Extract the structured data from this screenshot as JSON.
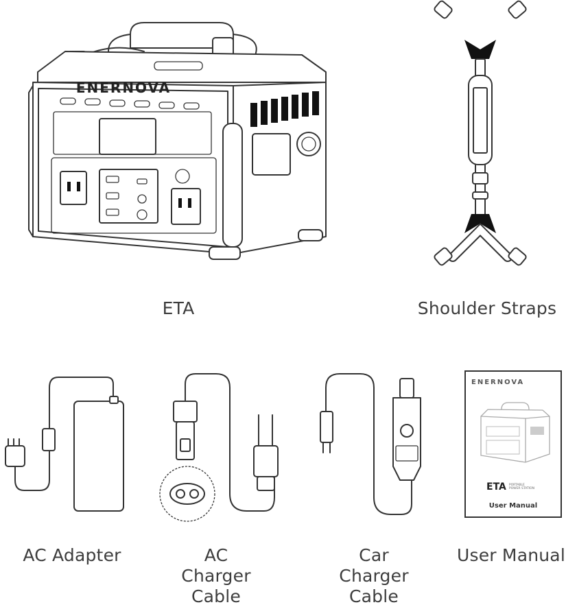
{
  "items": [
    {
      "label": "ETA"
    },
    {
      "label": "Shoulder Straps"
    },
    {
      "label": "AC Adapter"
    },
    {
      "label": "AC Charger Cable"
    },
    {
      "label": "Car Charger Cable"
    },
    {
      "label": "User Manual"
    }
  ],
  "device": {
    "brand": "ENERNOVA"
  },
  "manual": {
    "brand": "ENERNOVA",
    "product": "ETA",
    "subtitle_line1": "PORTABLE",
    "subtitle_line2": "POWER STATION",
    "model": "",
    "title": "User Manual"
  },
  "colors": {
    "line": "#333333",
    "strap_accent": "#111111",
    "background": "#ffffff"
  }
}
